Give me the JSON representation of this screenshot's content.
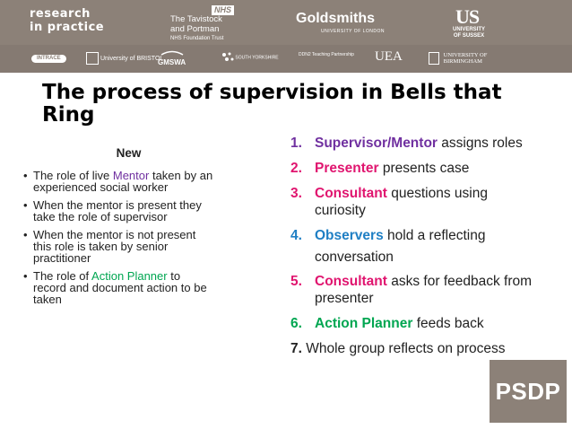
{
  "banner": {
    "research_in_practice_line1": "research",
    "research_in_practice_line2": "in practice",
    "nhs": "NHS",
    "tavistock_line1": "The Tavistock",
    "tavistock_line2": "and Portman",
    "tavistock_line3": "NHS Foundation Trust",
    "goldsmiths": "Goldsmiths",
    "goldsmiths_sub": "UNIVERSITY OF LONDON",
    "us": "US",
    "us_sub_line1": "UNIVERSITY",
    "us_sub_line2": "OF SUSSEX",
    "intrace": "INTRACE",
    "bristol": "University of BRISTOL",
    "gmswa": "GMSWA",
    "south_yorkshire": "SOUTH YORKSHIRE",
    "teaching_partnership": "DDN2 Teaching Partnership",
    "uea": "UEA",
    "birmingham_line1": "UNIVERSITY OF",
    "birmingham_line2": "BIRMINGHAM",
    "colors": {
      "banner_bg": "#8c8178"
    }
  },
  "slide": {
    "title": "The process of supervision in Bells that Ring",
    "left": {
      "heading": "New",
      "bullets": [
        {
          "pre": "The role of live ",
          "highlight": "Mentor",
          "post": " taken by an experienced social worker"
        },
        {
          "pre": "When the mentor is present they take the role of supervisor"
        },
        {
          "pre": "When the mentor is not present this role is taken by senior practitioner"
        },
        {
          "pre": "The role of ",
          "highlight": "Action Planner",
          "post": " to record and document action to be taken"
        }
      ]
    },
    "right": {
      "items": [
        {
          "num": "1.",
          "role": "Supervisor/Mentor",
          "text": " assigns roles"
        },
        {
          "num": "2.",
          "role": "Presenter",
          "text": " presents case"
        },
        {
          "num": "3.",
          "role": "Consultant",
          "text": " questions using curiosity"
        },
        {
          "num": "4.",
          "role": "Observers",
          "text": " hold a reflecting"
        },
        {
          "continuation": "conversation"
        },
        {
          "num": "5.",
          "role": "Consultant",
          "text": " asks for feedback from presenter"
        },
        {
          "num": "6.",
          "role": "Action Planner",
          "text": " feeds back"
        }
      ],
      "final_num": "7.",
      "final_text": " Whole group reflects on process"
    },
    "psdp": "PSDP",
    "colors": {
      "purple": "#7030a0",
      "pink": "#e0156f",
      "blue": "#1f7fc4",
      "green": "#00a651"
    }
  }
}
